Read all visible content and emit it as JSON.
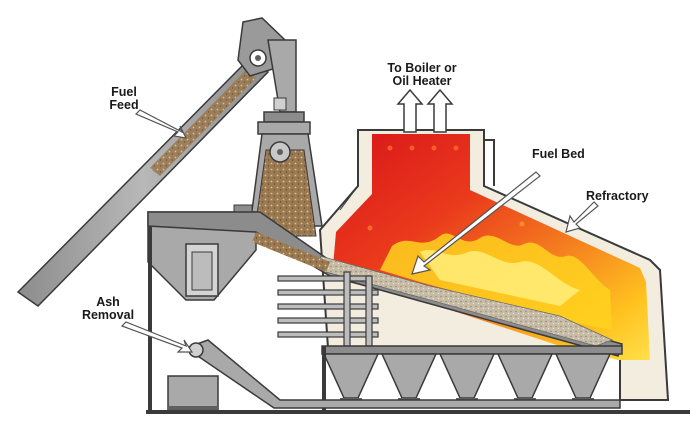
{
  "labels": {
    "fuel_feed_line1": "Fuel",
    "fuel_feed_line2": "Feed",
    "to_boiler_line1": "To Boiler or",
    "to_boiler_line2": "Oil Heater",
    "fuel_bed": "Fuel Bed",
    "refractory": "Refractory",
    "ash_removal_line1": "Ash",
    "ash_removal_line2": "Removal"
  },
  "colors": {
    "steel": "#a9a9a9",
    "steel_dark": "#5f5f5f",
    "outline": "#3a3a3a",
    "refractory": "#f2ece0",
    "fuel": "#9b7a52",
    "flame_red": "#e0231a",
    "flame_orange": "#f47a1f",
    "flame_yellow": "#ffd21f",
    "ash": "#c9c0b0"
  }
}
